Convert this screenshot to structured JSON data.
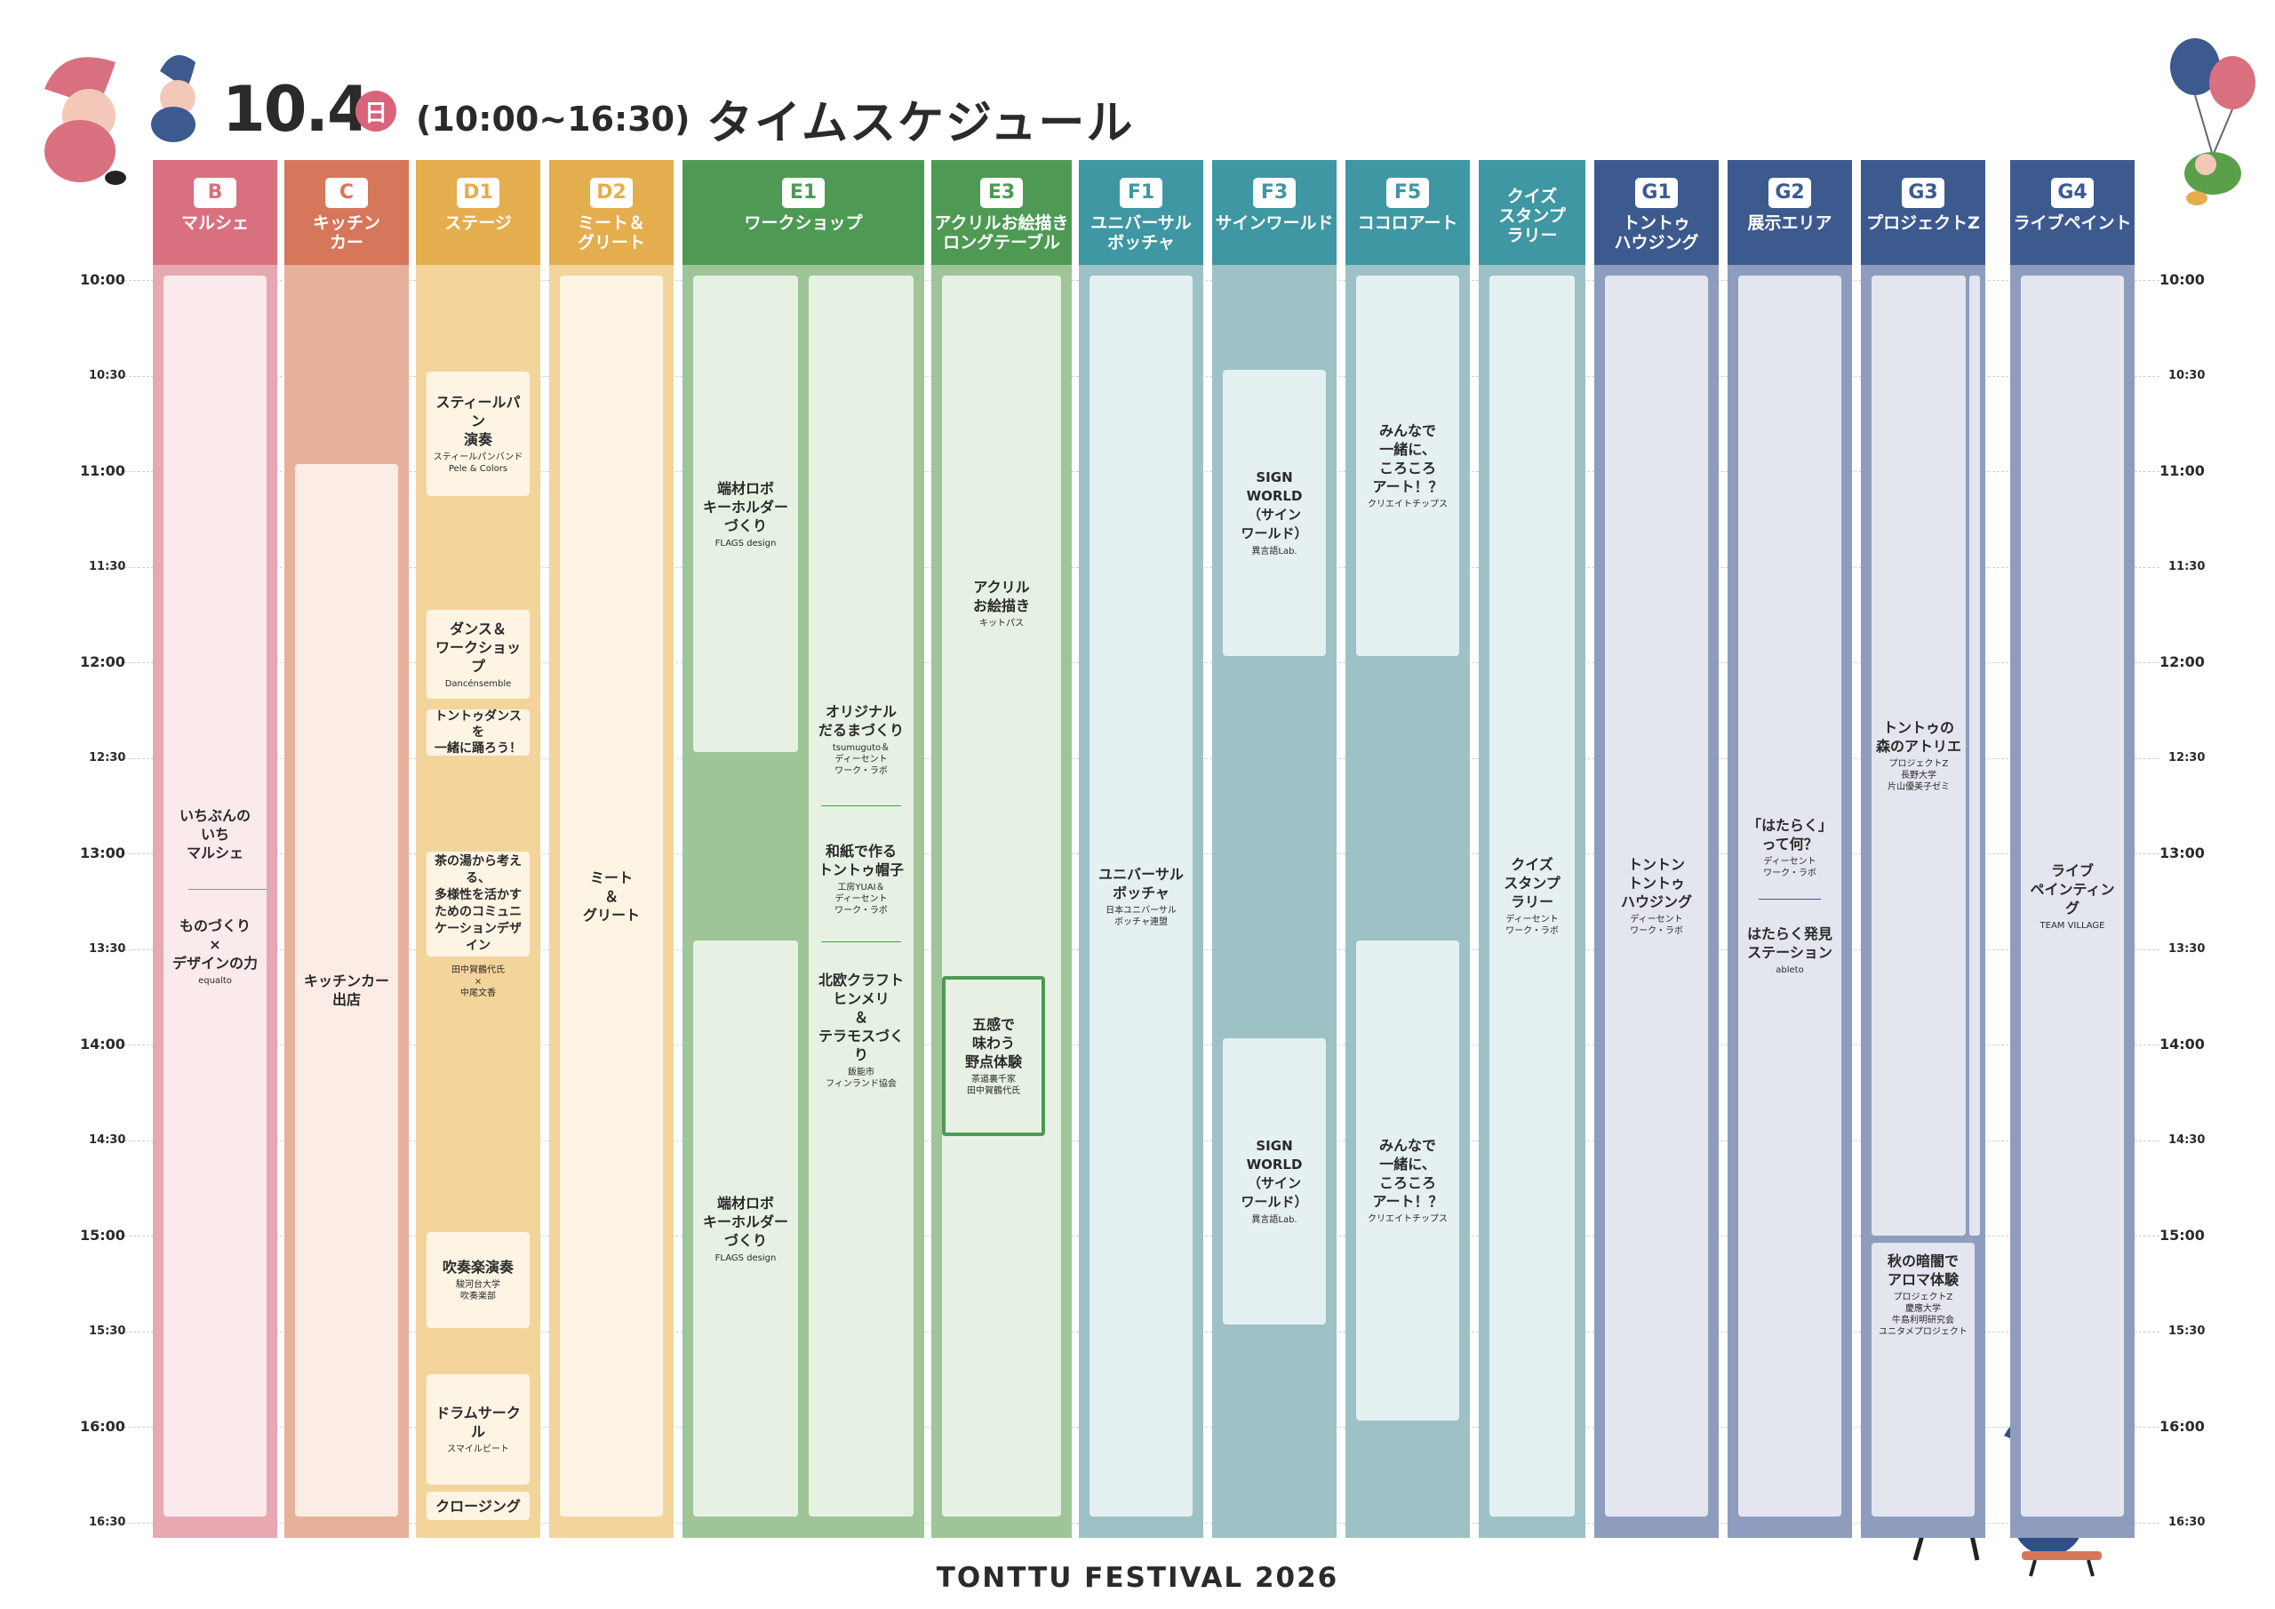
{
  "header": {
    "date": "10.4",
    "day": "日",
    "time_range": "(10:00~16:30)",
    "title": "タイムスケジュール"
  },
  "time_labels": [
    "10:00",
    "10:30",
    "11:00",
    "11:30",
    "12:00",
    "12:30",
    "13:00",
    "13:30",
    "14:00",
    "14:30",
    "15:00",
    "15:30",
    "16:00",
    "16:30"
  ],
  "footer": "TONTTU FESTIVAL 2026",
  "colors": {
    "pink": "#d9707f",
    "orange": "#d6765a",
    "yellow": "#e4ad4e",
    "green": "#4e9a55",
    "teal": "#3e97a2",
    "navy": "#3d5a8f"
  },
  "columns": [
    {
      "code": "B",
      "name": "マルシェ"
    },
    {
      "code": "C",
      "name": "キッチン\nカー"
    },
    {
      "code": "D1",
      "name": "ステージ"
    },
    {
      "code": "D2",
      "name": "ミート＆\nグリート"
    },
    {
      "code": "E1",
      "name": "ワークショップ"
    },
    {
      "code": "E3",
      "name": "アクリルお絵描き\nロングテーブル"
    },
    {
      "code": "F1",
      "name": "ユニバーサル\nボッチャ"
    },
    {
      "code": "F3",
      "name": "サインワールド"
    },
    {
      "code": "F5",
      "name": "ココロアート"
    },
    {
      "code": "",
      "name": "クイズ\nスタンプ\nラリー"
    },
    {
      "code": "G1",
      "name": "トントゥ\nハウジング"
    },
    {
      "code": "G2",
      "name": "展示エリア"
    },
    {
      "code": "G3",
      "name": "プロジェクトZ"
    },
    {
      "code": "G4",
      "name": "ライブペイント"
    }
  ],
  "events": {
    "b1": {
      "title": "いちぶんの\nいち\nマルシェ",
      "sub": ""
    },
    "b2": {
      "title": "ものづくり\n×\nデザインの力",
      "sub": "equalto"
    },
    "c1": {
      "title": "キッチンカー\n出店",
      "sub": ""
    },
    "d1a": {
      "title": "スティールパン\n演奏",
      "sub": "スティールパンバンド\nPele & Colors"
    },
    "d1b": {
      "title": "ダンス＆\nワークショップ",
      "sub": "Dancénsemble"
    },
    "d1c": {
      "title": "トントゥダンスを\n一緒に踊ろう！",
      "sub": ""
    },
    "d1d": {
      "title": "茶の湯から考える、\n多様性を活かす\nためのコミュニ\nケーションデザイン",
      "sub": ""
    },
    "d1d2": {
      "title": "",
      "sub": "田中賀鶴代氏\n×\n中尾文香"
    },
    "d1e": {
      "title": "吹奏楽演奏",
      "sub": "駿河台大学\n吹奏楽部"
    },
    "d1f": {
      "title": "ドラムサークル",
      "sub": "スマイルビート"
    },
    "d1g": {
      "title": "クロージング",
      "sub": ""
    },
    "d2": {
      "title": "ミート\n＆\nグリート",
      "sub": ""
    },
    "e1a": {
      "title": "端材ロボ\nキーホルダー\nづくり",
      "sub": "FLAGS design"
    },
    "e1b": {
      "title": "端材ロボ\nキーホルダー\nづくり",
      "sub": "FLAGS design"
    },
    "e2a": {
      "title": "オリジナル\nだるまづくり",
      "sub": "tsumuguto＆\nディーセント\nワーク・ラボ"
    },
    "e2b": {
      "title": "和紙で作る\nトントゥ帽子",
      "sub": "工房YUAI＆\nディーセント\nワーク・ラボ"
    },
    "e2c": {
      "title": "北欧クラフト\nヒンメリ\n＆\nテラモスづくり",
      "sub": "飯能市\nフィンランド協会"
    },
    "e3a": {
      "title": "アクリル\nお絵描き",
      "sub": "キットパス"
    },
    "e3b": {
      "title": "五感で\n味わう\n野点体験",
      "sub": "茶道裏千家\n田中賀鶴代氏"
    },
    "f1": {
      "title": "ユニバーサル\nボッチャ",
      "sub": "日本ユニバーサル\nボッチャ連盟"
    },
    "f3a": {
      "title": "SIGN WORLD\n（サイン\nワールド）",
      "sub": "異言語Lab."
    },
    "f3b": {
      "title": "SIGN WORLD\n（サイン\nワールド）",
      "sub": "異言語Lab."
    },
    "f5a": {
      "title": "みんなで\n一緒に、\nころころ\nアート！？",
      "sub": "クリエイトチップス"
    },
    "f5b": {
      "title": "みんなで\n一緒に、\nころころ\nアート！？",
      "sub": "クリエイトチップス"
    },
    "quiz": {
      "title": "クイズ\nスタンプ\nラリー",
      "sub": "ディーセント\nワーク・ラボ"
    },
    "g1": {
      "title": "トントン\nトントゥ\nハウジング",
      "sub": "ディーセント\nワーク・ラボ"
    },
    "g2a": {
      "title": "「はたらく」\nって何？",
      "sub": "ディーセント\nワーク・ラボ"
    },
    "g2b": {
      "title": "はたらく発見\nステーション",
      "sub": "ableto"
    },
    "g3a": {
      "title": "トントゥの\n森のアトリエ",
      "sub": "プロジェクトZ\n長野大学\n片山優美子ゼミ"
    },
    "g3b": {
      "title": "秋の暗闇で\nアロマ体験",
      "sub": "プロジェクトZ\n慶應大学\n牛島利明研究会\nユニタメプロジェクト"
    },
    "g4": {
      "title": "ライブ\nペインティング",
      "sub": "TEAM VILLAGE"
    }
  }
}
